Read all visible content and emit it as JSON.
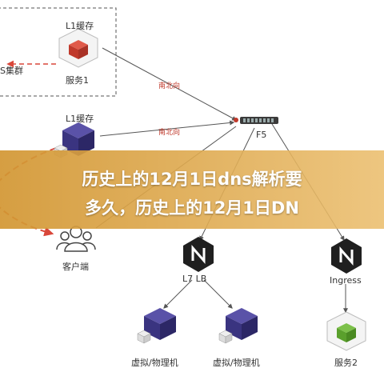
{
  "labels": {
    "l1cache_top": "L1缓存",
    "service1": "服务1",
    "cluster": "S集群",
    "edge_top": "南北向",
    "edge_mid": "南北向",
    "l1cache_mid": "L1缓存",
    "f5": "F5",
    "client": "客户端",
    "l7lb": "L7 LB",
    "ingress": "Ingress",
    "vm_left": "虚拟/物理机",
    "vm_right": "虚拟/物理机",
    "service2": "服务2"
  },
  "banner": {
    "line1": "历史上的12月1日dns解析要",
    "line2": "多久，历史上的12月1日DN"
  },
  "colors": {
    "accent_red": "#c0392b",
    "dash_red": "#d9473a",
    "cube_purple": "#3a3480",
    "cube_red": "#c0392b",
    "cube_green": "#5aa02c",
    "nginx_dark": "#1f1f1f"
  }
}
